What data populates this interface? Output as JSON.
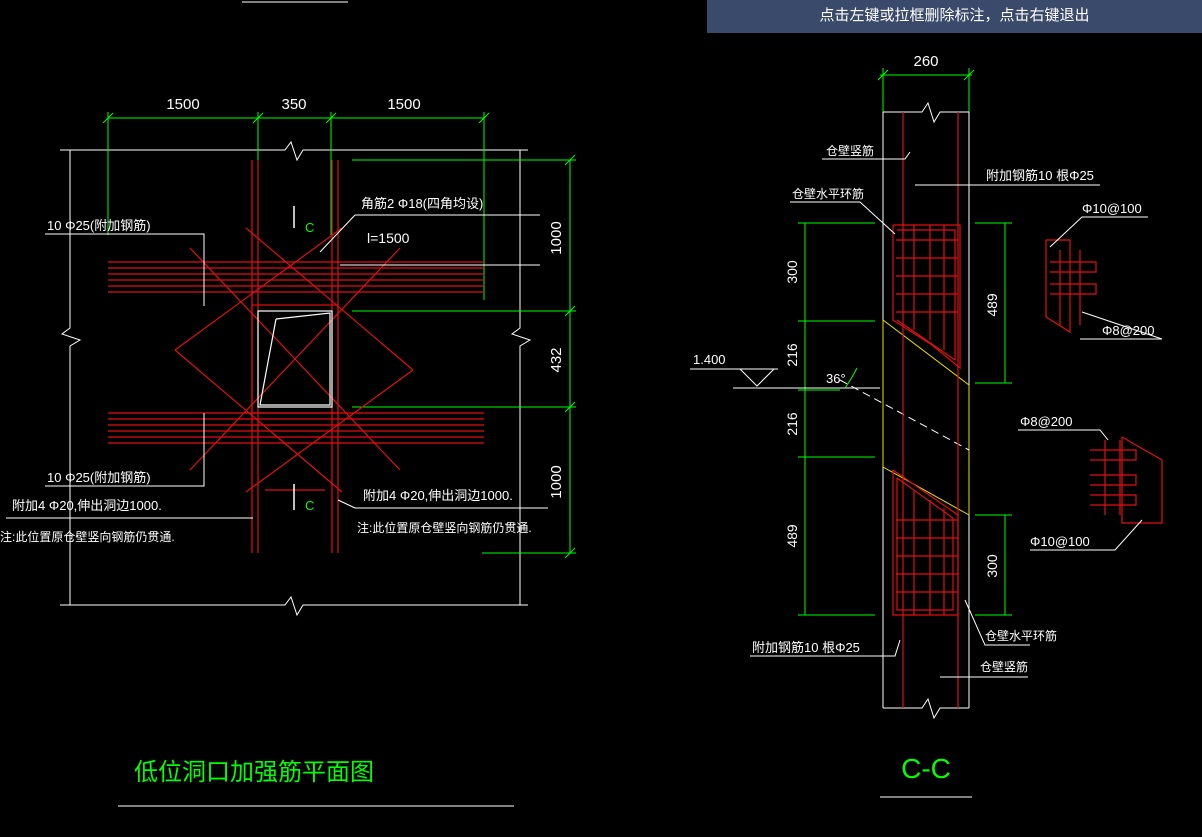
{
  "status_hint": "点击左键或拉框删除标注，点击右键退出",
  "plan": {
    "title": "低位洞口加强筋平面图",
    "dim_top": [
      "1500",
      "350",
      "1500"
    ],
    "dim_right": [
      "1000",
      "432",
      "1000"
    ],
    "label_corner_bars": "角筋2 Φ18(四角均设)",
    "label_length": "l=1500",
    "label_top_extra": "10 Φ25(附加钢筋)",
    "label_bottom_extra": "10 Φ25(附加钢筋)",
    "label_extra_left": "附加4 Φ20,伸出洞边1000.",
    "note_left": "注:此位置原仓壁竖向钢筋仍贯通.",
    "label_extra_right": "附加4 Φ20,伸出洞边1000.",
    "note_right": "注:此位置原仓壁竖向钢筋仍贯通.",
    "section_mark": "C"
  },
  "section": {
    "title": "C-C",
    "dim_width": "260",
    "label_wall_vertical_top": "仓壁竖筋",
    "label_extra_top": "附加钢筋10 根Φ25",
    "label_ring_top": "仓壁水平环筋",
    "label_stirrup_top": "Φ10@100",
    "label_tie_top": "Φ8@200",
    "dim_left": [
      "300",
      "216",
      "216",
      "489"
    ],
    "dim_right_top": "489",
    "dim_right_bottom": "300",
    "elevation": "1.400",
    "angle": "36°",
    "label_tie_bottom": "Φ8@200",
    "label_stirrup_bottom": "Φ10@100",
    "label_extra_bottom": "附加钢筋10 根Φ25",
    "label_ring_bottom": "仓壁水平环筋",
    "label_wall_vertical_bottom": "仓壁竖筋"
  }
}
